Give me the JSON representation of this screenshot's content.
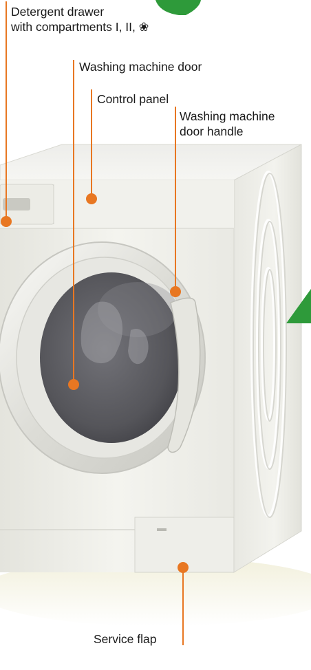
{
  "colors": {
    "leader": "#e87722",
    "accent_green": "#2e9a3a",
    "machine_body": "#efefe9",
    "door_glass": "#55555a"
  },
  "labels": {
    "detergent_drawer": {
      "line1": "Detergent drawer",
      "line2": "with compartments I, II, ❀"
    },
    "machine_door": "Washing machine door",
    "control_panel": "Control panel",
    "door_handle": {
      "line1": "Washing machine",
      "line2": "door handle"
    },
    "service_flap": "Service flap"
  }
}
